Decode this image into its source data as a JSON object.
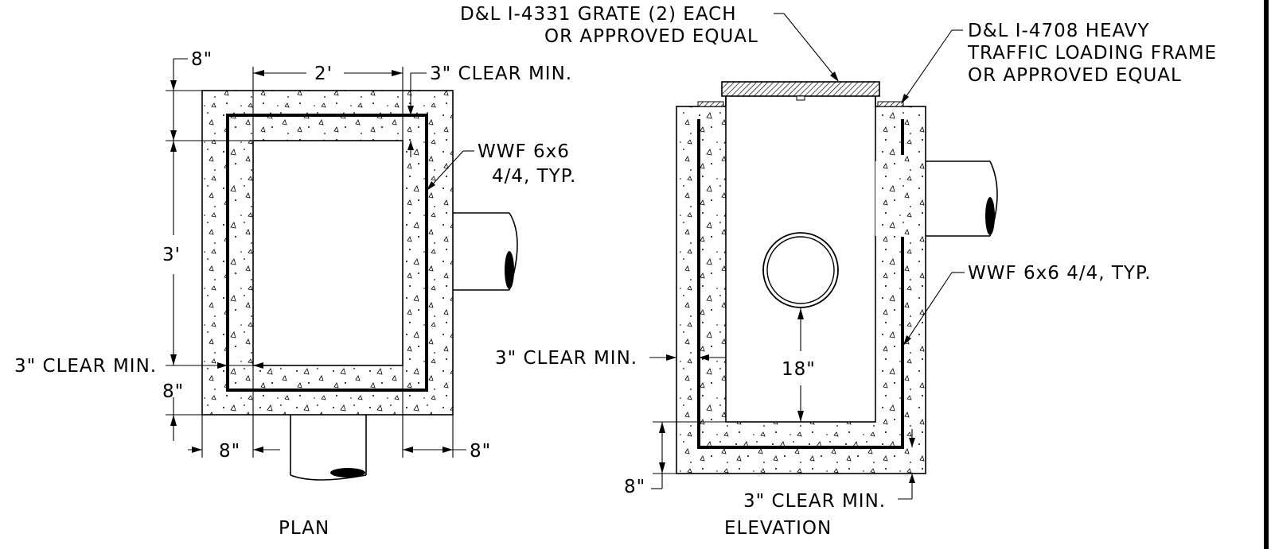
{
  "plan": {
    "title": "PLAN",
    "dims": {
      "top_wall": "8\"",
      "width": "2'",
      "height": "3'",
      "bottom_wall": "8\"",
      "left_wall": "8\"",
      "right_wall": "8\""
    },
    "notes": {
      "clear_top": "3\" CLEAR MIN.",
      "wwf_line1": "WWF 6x6",
      "wwf_line2": "4/4, TYP.",
      "clear_left": "3\" CLEAR MIN."
    }
  },
  "elevation": {
    "title": "ELEVATION",
    "dims": {
      "invert": "18\"",
      "floor": "8\""
    },
    "notes": {
      "grate_line1": "D&L I-4331 GRATE (2) EACH",
      "grate_line2": "OR APPROVED EQUAL",
      "frame_line1": "D&L I-4708 HEAVY",
      "frame_line2": "TRAFFIC LOADING FRAME",
      "frame_line3": "OR APPROVED EQUAL",
      "wwf": "WWF 6x6 4/4, TYP.",
      "clear_left": "3\" CLEAR MIN.",
      "clear_bottom": "3\" CLEAR MIN."
    }
  }
}
